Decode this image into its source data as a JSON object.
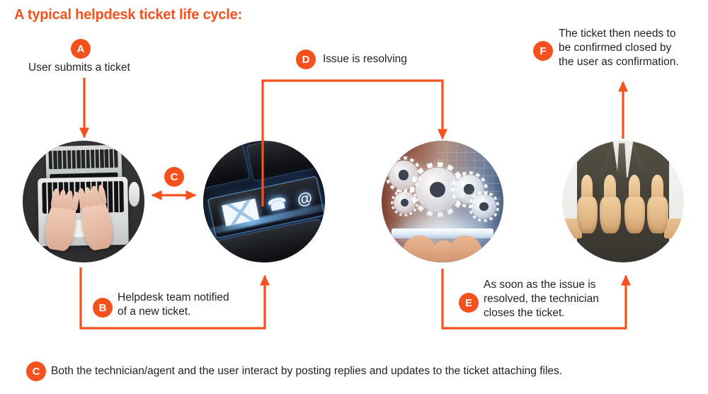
{
  "title": "A typical helpdesk ticket life cycle:",
  "theme": {
    "accent": "#f4511e",
    "arrow": "#f4511e",
    "text": "#231f20",
    "background": "#ffffff"
  },
  "steps": [
    {
      "badge": "A",
      "caption": "User submits a ticket",
      "lines": [
        "User submits a ticket"
      ]
    },
    {
      "badge": "B",
      "caption": "Helpdesk team notified of a new ticket.",
      "lines": [
        "Helpdesk team notified",
        "of a new ticket."
      ]
    },
    {
      "badge": "C",
      "caption": "",
      "lines": []
    },
    {
      "badge": "D",
      "caption": "Issue is resolving",
      "lines": [
        "Issue is resolving"
      ]
    },
    {
      "badge": "E",
      "caption": "As soon as the issue is resolved, the technician closes the ticket.",
      "lines": [
        "As soon as the issue is",
        "resolved, the technician",
        "closes the ticket."
      ]
    },
    {
      "badge": "F",
      "caption": "The ticket then needs to be confirmed closed by the user as confirmation.",
      "lines": [
        "The ticket then needs to",
        "be confirmed closed by",
        "the user as confirmation."
      ]
    }
  ],
  "footer": {
    "badge": "C",
    "text": "Both the technician/agent and the user interact by posting replies and updates to the ticket attaching files."
  },
  "photos": [
    {
      "name": "hands-typing-on-laptop",
      "alt": "Hands typing on a laptop keyboard on a dark desk"
    },
    {
      "name": "glowing-contact-keyboard-key",
      "alt": "Glowing keyboard key with envelope, phone and at-sign icons"
    },
    {
      "name": "gears-over-tablet-in-hands",
      "alt": "Hands holding a tablet with glowing gears and circuit overlay"
    },
    {
      "name": "thumbs-up-businessmen",
      "alt": "Businessman in a suit with four thumbs up"
    }
  ]
}
